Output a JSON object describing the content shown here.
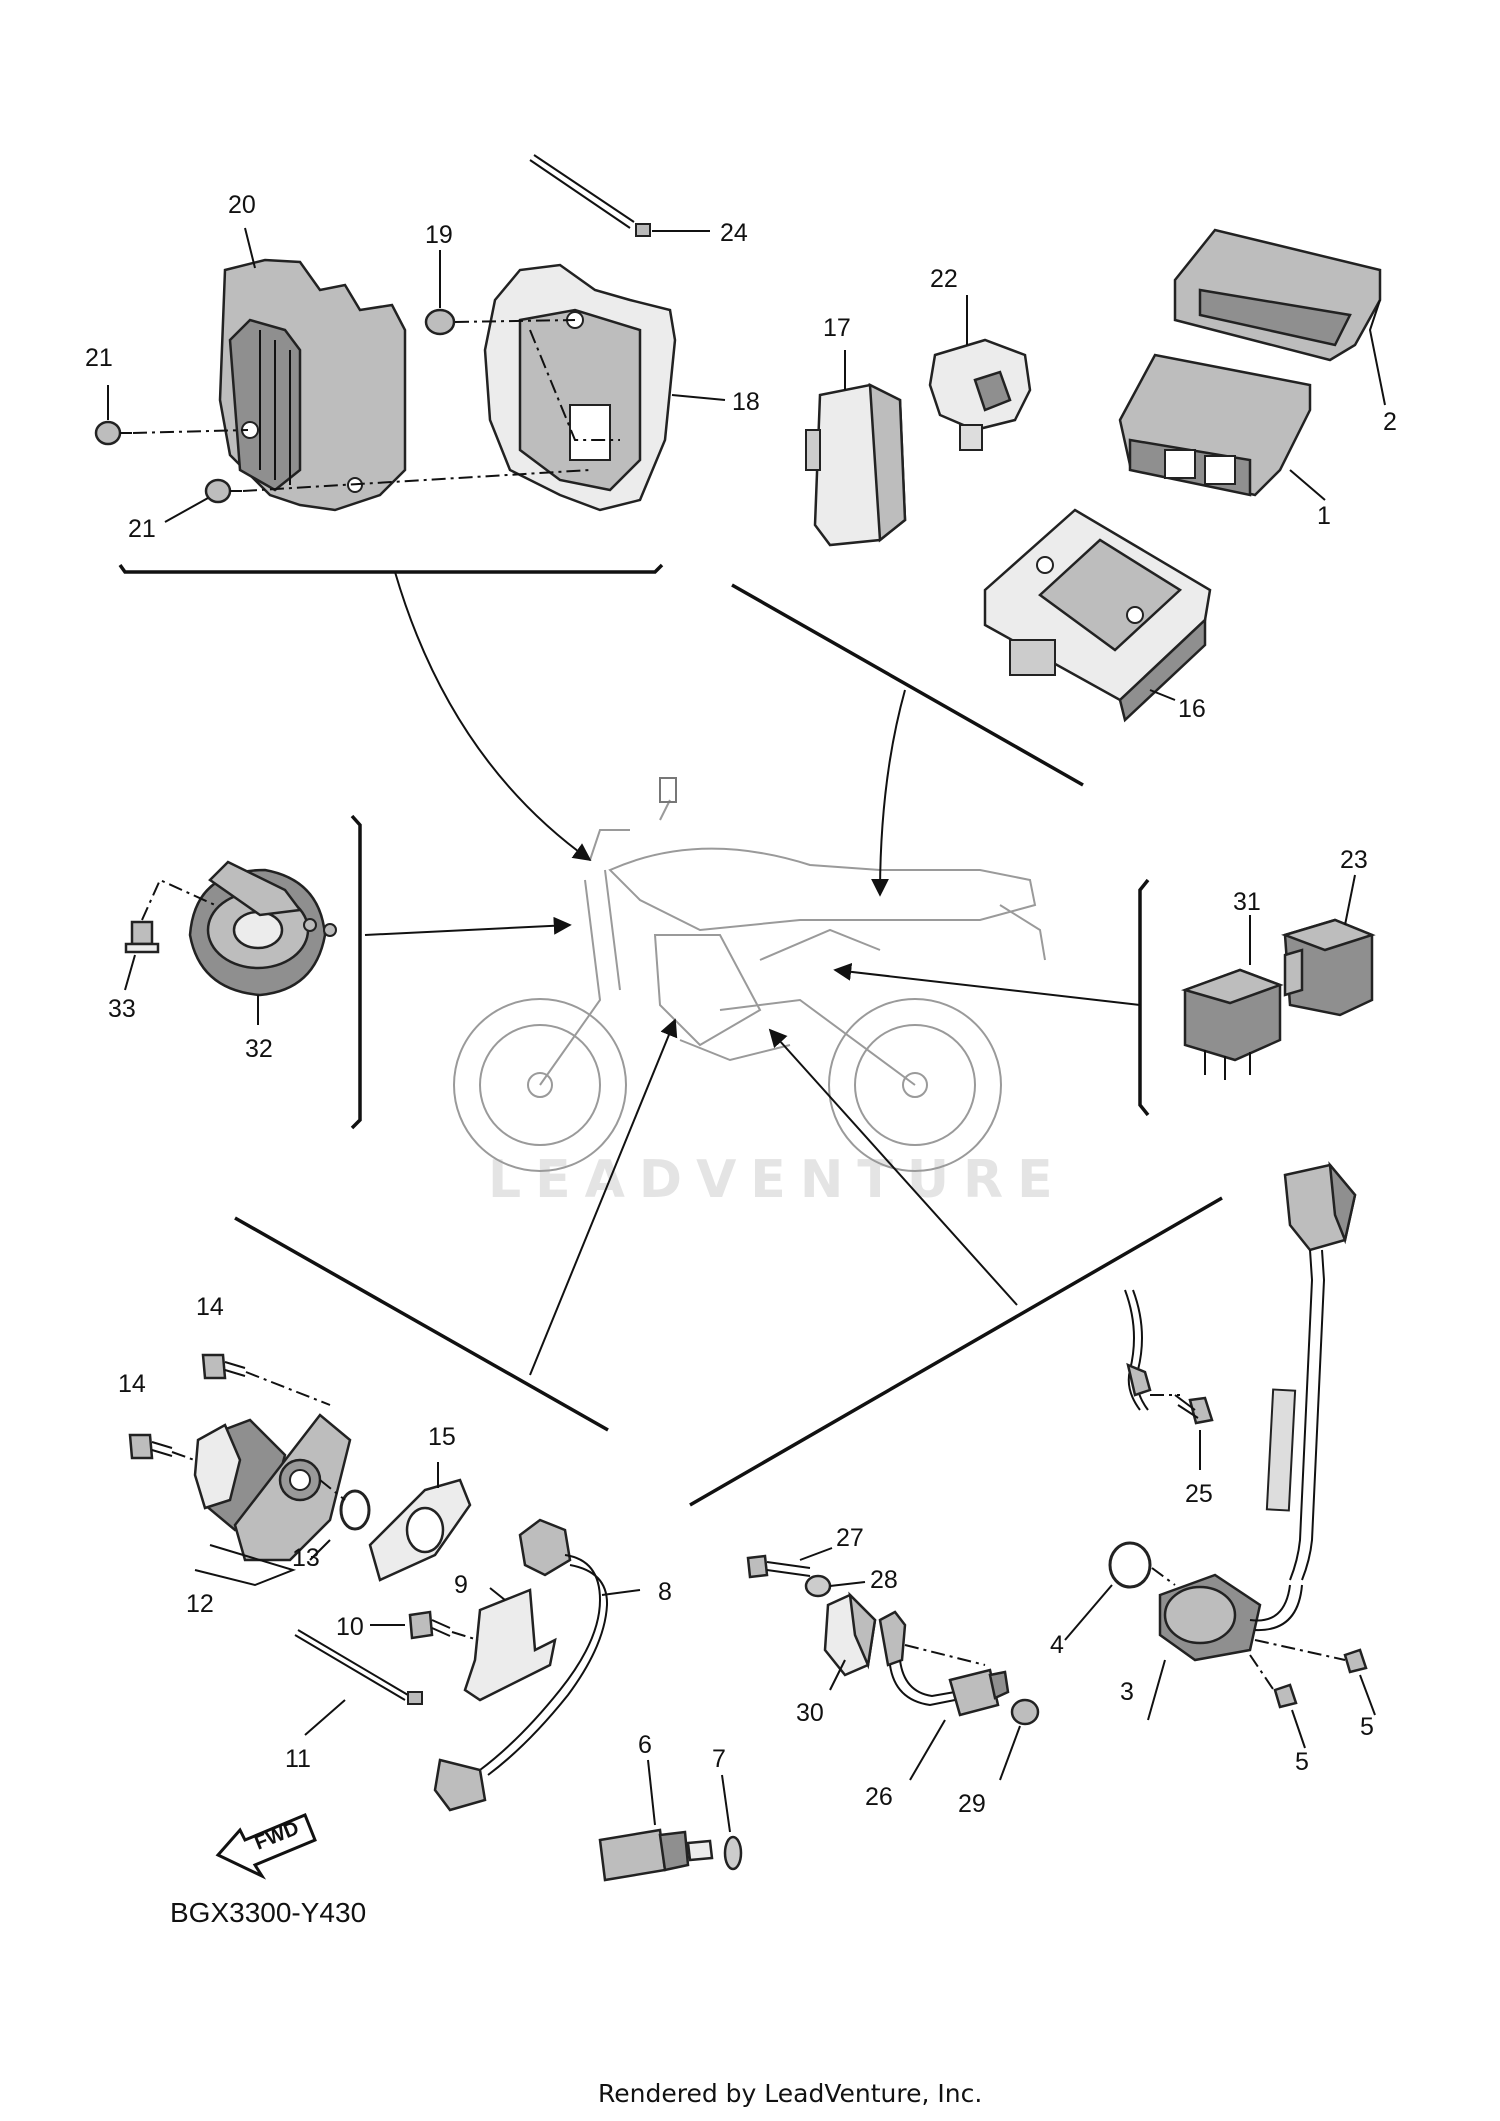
{
  "diagram": {
    "code": "BGX3300-Y430",
    "footer": "Rendered by LeadVenture, Inc.",
    "watermark": "LEADVENTURE",
    "fwd_label": "FWD"
  },
  "callouts": [
    {
      "id": "c20",
      "text": "20"
    },
    {
      "id": "c19",
      "text": "19"
    },
    {
      "id": "c24",
      "text": "24"
    },
    {
      "id": "c21a",
      "text": "21"
    },
    {
      "id": "c21b",
      "text": "21"
    },
    {
      "id": "c18",
      "text": "18"
    },
    {
      "id": "c17",
      "text": "17"
    },
    {
      "id": "c22",
      "text": "22"
    },
    {
      "id": "c2",
      "text": "2"
    },
    {
      "id": "c1",
      "text": "1"
    },
    {
      "id": "c16",
      "text": "16"
    },
    {
      "id": "c31",
      "text": "31"
    },
    {
      "id": "c23",
      "text": "23"
    },
    {
      "id": "c33",
      "text": "33"
    },
    {
      "id": "c32",
      "text": "32"
    },
    {
      "id": "c14a",
      "text": "14"
    },
    {
      "id": "c14b",
      "text": "14"
    },
    {
      "id": "c15",
      "text": "15"
    },
    {
      "id": "c13",
      "text": "13"
    },
    {
      "id": "c12",
      "text": "12"
    },
    {
      "id": "c9",
      "text": "9"
    },
    {
      "id": "c8",
      "text": "8"
    },
    {
      "id": "c10",
      "text": "10"
    },
    {
      "id": "c11",
      "text": "11"
    },
    {
      "id": "c6",
      "text": "6"
    },
    {
      "id": "c7",
      "text": "7"
    },
    {
      "id": "c27",
      "text": "27"
    },
    {
      "id": "c28",
      "text": "28"
    },
    {
      "id": "c30",
      "text": "30"
    },
    {
      "id": "c26",
      "text": "26"
    },
    {
      "id": "c29",
      "text": "29"
    },
    {
      "id": "c25",
      "text": "25"
    },
    {
      "id": "c4",
      "text": "4"
    },
    {
      "id": "c3",
      "text": "3"
    },
    {
      "id": "c5a",
      "text": "5"
    },
    {
      "id": "c5b",
      "text": "5"
    }
  ]
}
